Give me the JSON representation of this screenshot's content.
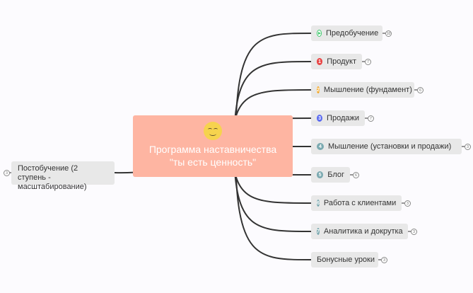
{
  "central": {
    "title_line1": "Программа наставничества",
    "title_line2": "\"ты есть ценность\"",
    "icon": "smiling-face-emoji"
  },
  "left_topic": {
    "label": "Постобучение (2 ступень - масштабирование)",
    "count": "3"
  },
  "topics": [
    {
      "label": "Предобучение",
      "marker": "play",
      "marker_color": "#3cc86a",
      "count": "10"
    },
    {
      "label": "Продукт",
      "marker": "1",
      "marker_color": "#e84545",
      "count": "7"
    },
    {
      "label": "Мышление (фундамент)",
      "marker": "2",
      "marker_color": "#f5a623",
      "count": "6"
    },
    {
      "label": "Продажи",
      "marker": "3",
      "marker_color": "#5a6af0",
      "count": "7"
    },
    {
      "label": "Мышление (установки и продажи)",
      "marker": "4",
      "marker_color": "#7aa9b0",
      "count": "3"
    },
    {
      "label": "Блог",
      "marker": "5",
      "marker_color": "#7aa9b0",
      "count": "6"
    },
    {
      "label": "Работа с клиентами",
      "marker": "6",
      "marker_color": "#7aa9b0",
      "count": "3"
    },
    {
      "label": "Аналитика и докрутка",
      "marker": "7",
      "marker_color": "#7aa9b0",
      "count": "3"
    },
    {
      "label": "Бонусные уроки",
      "marker": "",
      "marker_color": "",
      "count": "3"
    }
  ]
}
